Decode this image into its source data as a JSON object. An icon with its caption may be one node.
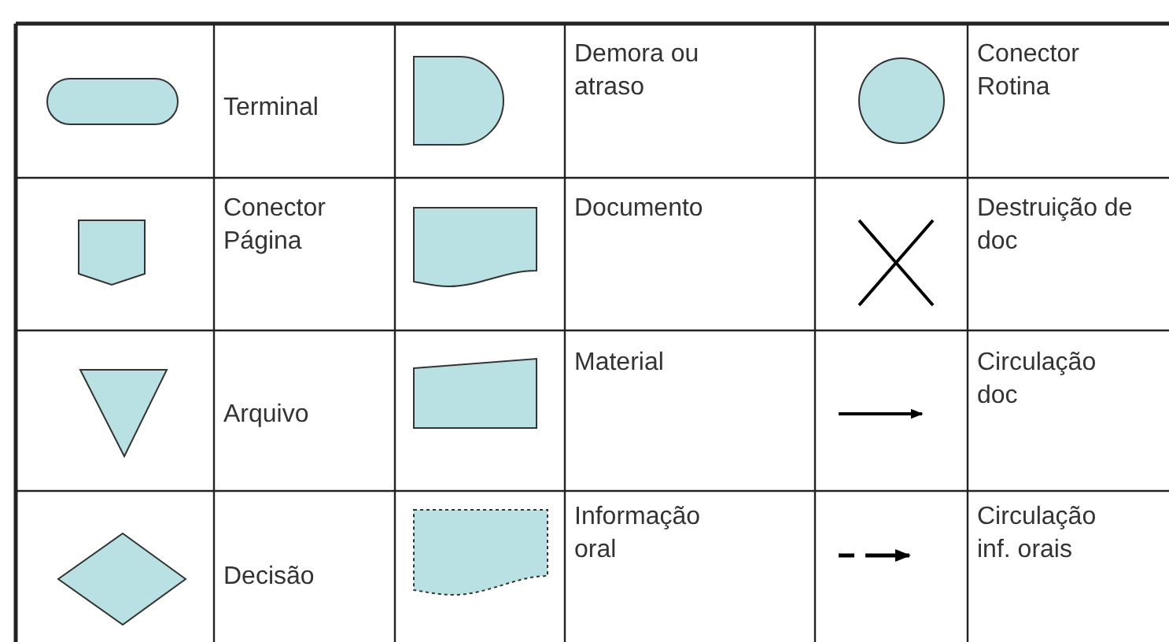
{
  "diagram": {
    "legend": [
      {
        "text": "Terminal"
      },
      {
        "text": "Demora ou atraso"
      },
      {
        "text": "Conector Rotina"
      },
      {
        "text": "Conector Página"
      },
      {
        "text": "Documento"
      },
      {
        "text": "Destruição de doc"
      },
      {
        "text": "Arquivo"
      },
      {
        "text": "Material"
      },
      {
        "text": "Circulação doc"
      },
      {
        "text": "Decisão"
      },
      {
        "text": "Informação oral"
      },
      {
        "text": "Circulação inf. orais"
      }
    ]
  }
}
